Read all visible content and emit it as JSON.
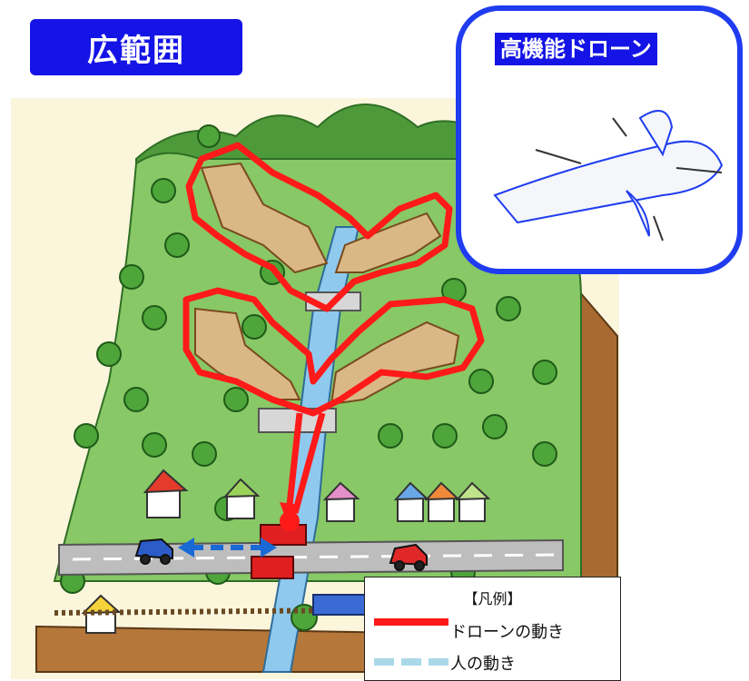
{
  "title": "広範囲",
  "drone_card": {
    "label": "高機能ドローン"
  },
  "legend": {
    "title": "【凡例】",
    "items": [
      {
        "label": "ドローンの動き",
        "color": "#ff1a1a"
      },
      {
        "label": "人の動き",
        "color": "#a9d9e8"
      }
    ]
  },
  "colors": {
    "title_bg": "#1414e6",
    "card_border": "#1f3cf0",
    "drone_path": "#ff1a1a",
    "person_path": "#1a6ad6",
    "hill": "#7cc05a",
    "soil": "#b5773a",
    "river": "#8fc9ee"
  }
}
